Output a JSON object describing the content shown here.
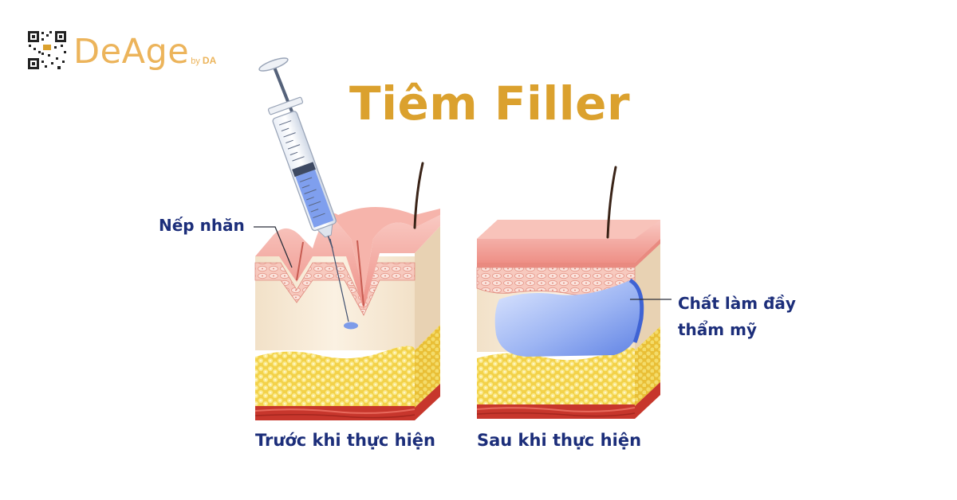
{
  "brand": {
    "name": "DeAge",
    "by": "by",
    "suffix": "DA"
  },
  "title": "Tiêm Filler",
  "labels": {
    "wrinkle": "Nếp nhăn",
    "filler_line1": "Chất làm đầy",
    "filler_line2": "thẩm mỹ"
  },
  "captions": {
    "before": "Trước khi thực hiện",
    "after": "Sau khi thực hiện"
  },
  "colors": {
    "title": "#dba12e",
    "brand": "#ecb45b",
    "label": "#1c2e7a",
    "filler": "#6f8fe8",
    "skin": "#f4b8b0",
    "fat": "#f6d94c",
    "dermis": "#f6ead6"
  }
}
